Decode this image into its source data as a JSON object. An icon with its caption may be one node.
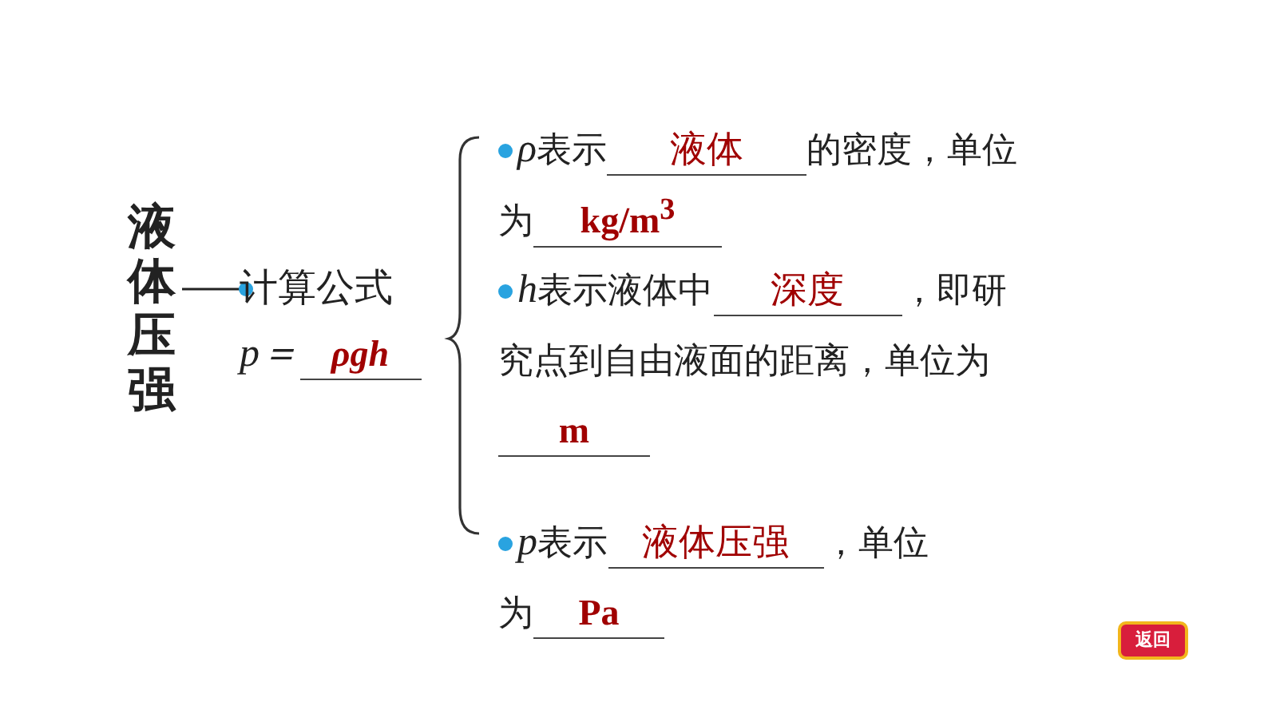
{
  "diagram": {
    "nodes": [
      {
        "text": [
          "液体压强"
        ]
      },
      {
        "text": [
          "计算公式",
          "p＝",
          "ρgh"
        ]
      },
      {
        "text": [
          "ρ表示",
          "液体",
          "的密度，单位为",
          "kg/m$^{3}$"
        ]
      },
      {
        "text": [
          "h表示液体中",
          "深度",
          "，即研究点到自由液面的距离，单位为",
          "m"
        ]
      },
      {
        "text": [
          "p表示",
          "液体压强",
          "，单位为",
          "Pa"
        ]
      }
    ],
    "edges": [
      {
        "from": 0,
        "to": 1,
        "arrow": "other"
      }
    ],
    "labels": [
      "返回"
    ]
  }
}
